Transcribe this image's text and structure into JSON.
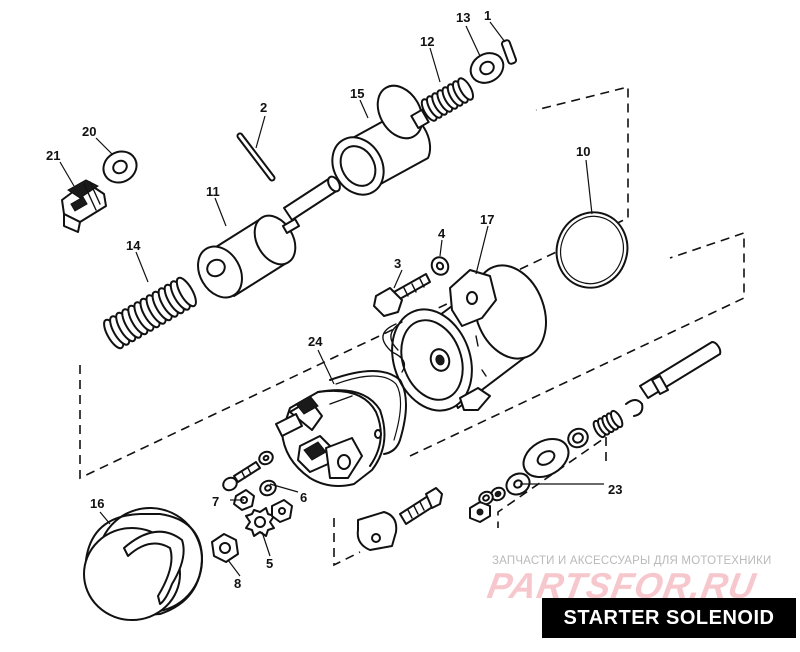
{
  "title": "STARTER SOLENOID",
  "watermark": {
    "caption": "ЗАПЧАСТИ И АКСЕССУАРЫ ДЛЯ МОТОТЕХНИКИ",
    "brand": "PARTSFOR.RU"
  },
  "callouts": {
    "c1": "1",
    "c2": "2",
    "c3": "3",
    "c4": "4",
    "c5": "5",
    "c6": "6",
    "c7": "7",
    "c8": "8",
    "c10": "10",
    "c11": "11",
    "c12": "12",
    "c13": "13",
    "c14": "14",
    "c15": "15",
    "c16": "16",
    "c17": "17",
    "c20": "20",
    "c21": "21",
    "c23": "23",
    "c24": "24"
  }
}
